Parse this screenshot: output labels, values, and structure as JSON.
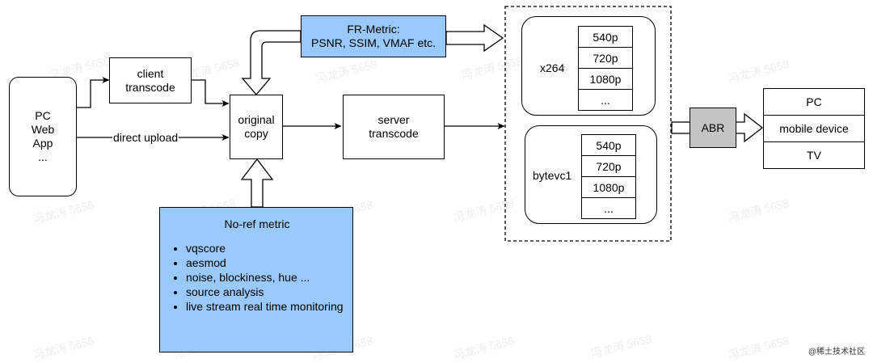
{
  "source_box": {
    "lines": [
      "PC",
      "Web",
      "App",
      "..."
    ]
  },
  "client_transcode": {
    "line1": "client",
    "line2": "transcode"
  },
  "direct_upload": "direct upload",
  "original_copy": {
    "line1": "original",
    "line2": "copy"
  },
  "server_transcode": {
    "line1": "server",
    "line2": "transcode"
  },
  "fr_metric": {
    "line1": "FR-Metric:",
    "line2": "PSNR, SSIM, VMAF etc."
  },
  "noref": {
    "title": "No-ref metric",
    "items": [
      "vqscore",
      "aesmod",
      "noise, blockiness, hue ...",
      "source analysis",
      "live stream real time monitoring"
    ]
  },
  "x264": {
    "label": "x264",
    "renditions": [
      "540p",
      "720p",
      "1080p",
      "..."
    ]
  },
  "bytevc1": {
    "label": "bytevc1",
    "renditions": [
      "540p",
      "720p",
      "1080p",
      "..."
    ]
  },
  "abr": "ABR",
  "devices": [
    "PC",
    "mobile device",
    "TV"
  ],
  "watermark": "冯龙涛 5658",
  "credit": "@稀土技术社区",
  "colors": {
    "metric_fill": "#99c9f8",
    "abr_fill": "#c4c4c4",
    "stroke": "#000000"
  }
}
